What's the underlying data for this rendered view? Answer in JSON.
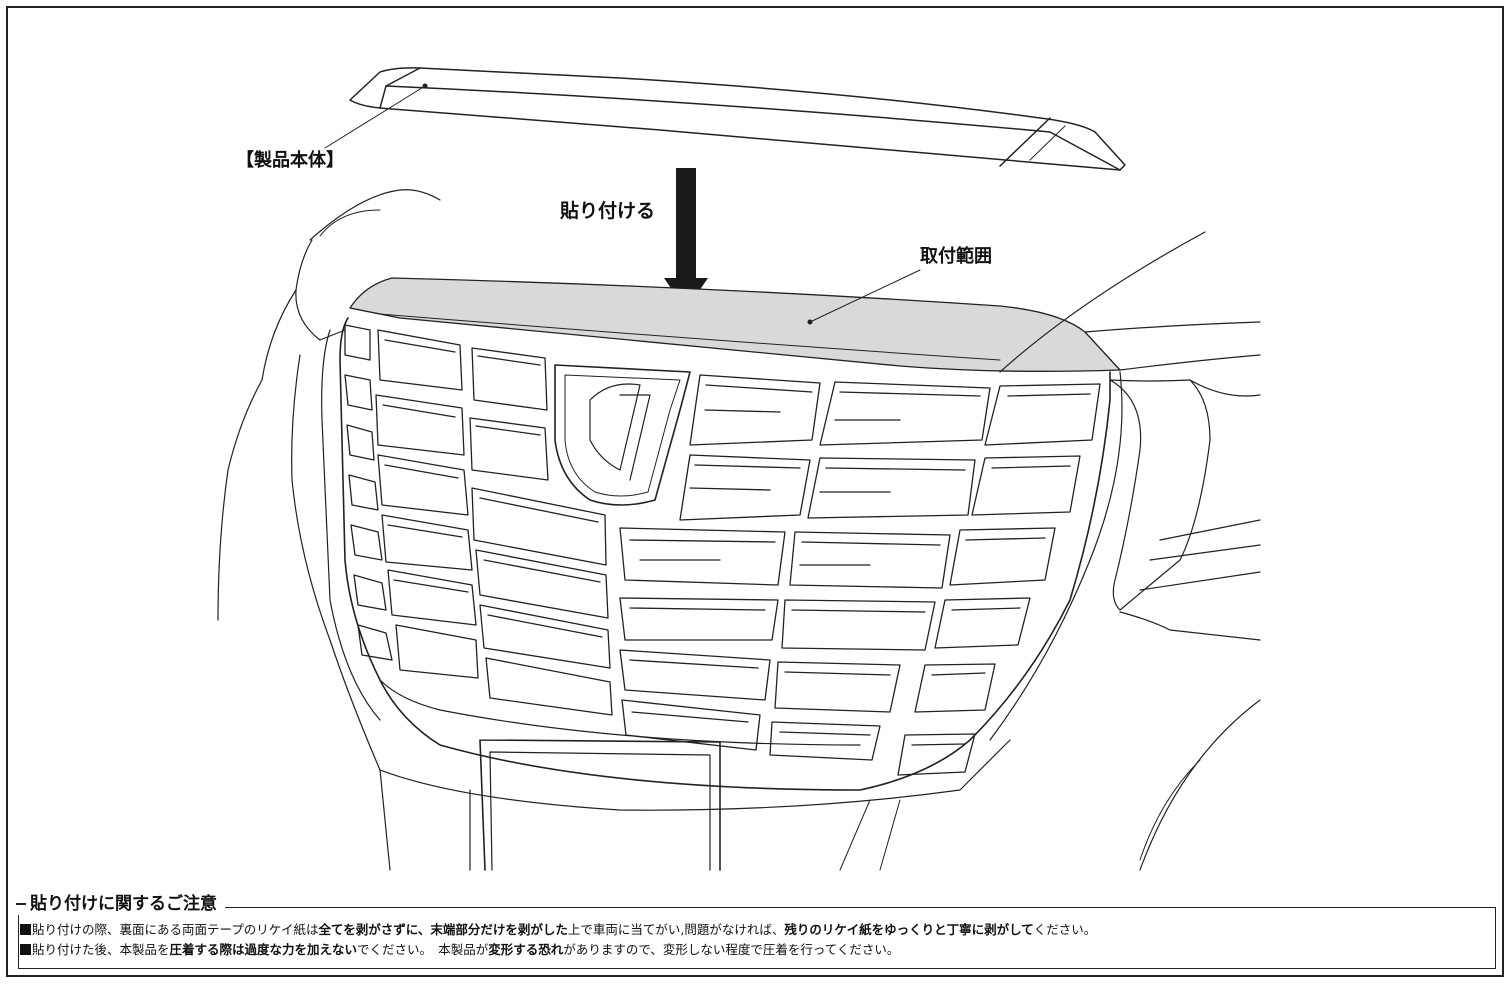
{
  "labels": {
    "product": "【製品本体】",
    "attach": "貼り付ける",
    "area": "取付範囲"
  },
  "notes": {
    "title": "貼り付けに関するご注意",
    "line1": [
      {
        "t": "貼り付けの際、裏面にある両面テープのリケイ紙は",
        "b": false
      },
      {
        "t": "全てを剥がさずに、末端部分だけを剥がした",
        "b": true
      },
      {
        "t": "上で車両に当てがい,問題がなければ、",
        "b": false
      },
      {
        "t": "残りのリケイ紙をゆっくりと丁寧に剥がして",
        "b": true
      },
      {
        "t": "ください。",
        "b": false
      }
    ],
    "line2": [
      {
        "t": "貼り付けた後、本製品を",
        "b": false
      },
      {
        "t": "圧着する際は過度な力を加えない",
        "b": true
      },
      {
        "t": "でください。　本製品が",
        "b": false
      },
      {
        "t": "変形する恐れ",
        "b": true
      },
      {
        "t": "がありますので、変形しない程度で圧着を行ってください。",
        "b": false
      }
    ]
  },
  "colors": {
    "line": "#222222",
    "highlight": "#d9d9d9",
    "arrow": "#1a1a1a"
  }
}
